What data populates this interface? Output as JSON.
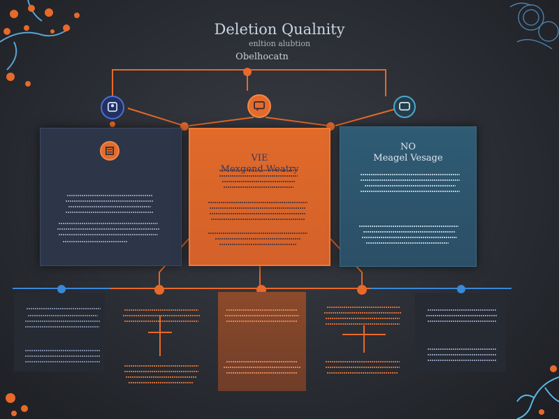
{
  "header": {
    "title": "Deletion Qualnity",
    "subtitle": "enltion alubtion",
    "root_label": "Obelhocatn"
  },
  "panels": {
    "center": {
      "title": "VIE",
      "subtitle": "Mexgend Weatry"
    },
    "right": {
      "title": "NO",
      "subtitle": "Meagel Vesage"
    }
  },
  "icons": {
    "top_left": "user-icon",
    "top_center": "chat-icon",
    "top_right": "monitor-icon",
    "left_panel": "document-icon",
    "right_panel": "smile-icon"
  },
  "colors": {
    "background": "#2a2d33",
    "accent_orange": "#e8692a",
    "accent_blue": "#3a88d8",
    "panel_navy": "#2d3549",
    "panel_teal": "#2f5b74"
  }
}
